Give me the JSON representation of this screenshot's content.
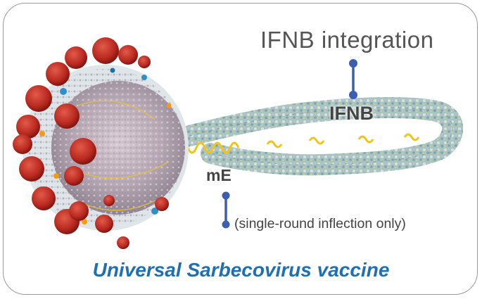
{
  "labels": {
    "integration_title": "IFNB integration",
    "ifnb": "IFNB",
    "me": "mE",
    "me_note": "(single-round inflection only)"
  },
  "caption": "Universal Sarbecovirus vaccine",
  "colors": {
    "caption": "#1f6fb5",
    "connector": "#3b5eae",
    "spike": "#c0392b",
    "rna_strand": "#9db8b8",
    "envelope_helix": "#f0c419",
    "virion_core": "#b9a7b5"
  }
}
